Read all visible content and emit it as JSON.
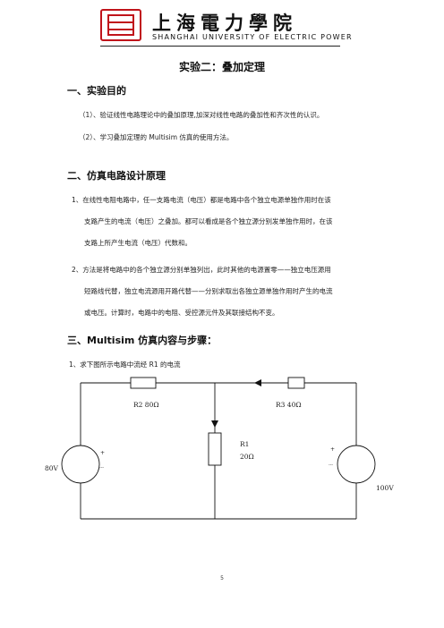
{
  "header": {
    "university_cn": "上海電力學院",
    "university_en": "SHANGHAI UNIVERSITY OF ELECTRIC POWER"
  },
  "title": "实验二：叠加定理",
  "sections": {
    "s1": {
      "heading": "一、实验目的",
      "items": [
        "（1）、验证线性电路理论中的叠加原理,加深对线性电路的叠加性和齐次性的认识。",
        "（2）、学习叠加定理的 Multisim 仿真的使用方法。"
      ]
    },
    "s2": {
      "heading": "二、仿真电路设计原理",
      "lines": [
        "1、在线性电阻电路中，任一支路电流（电压）都是电路中各个独立电源单独作用时在该",
        "支路产生的电流（电压）之叠加。都可以看成是各个独立源分别发单独作用时，在该",
        "支路上所产生电流（电压）代数和。",
        "2、方法是将电路中的各个独立源分别单独列出，此时其他的电源置零——独立电压源用",
        "短路线代替，独立电流源用开路代替——分别求取出各独立源单独作用时产生的电流",
        "或电压。计算时，电路中的电阻、受控源元件及其联接结构不变。"
      ]
    },
    "s3": {
      "heading": "三、Multisim 仿真内容与步骤：",
      "step1": "1、求下图所示电路中流经 R1 的电流"
    }
  },
  "circuit": {
    "r2_label": "R2 80Ω",
    "r3_label": "R3 40Ω",
    "r1_label": "R1",
    "r1_value": "20Ω",
    "v1_label": "80V",
    "v2_label": "100V",
    "plus": "+",
    "minus": "---"
  },
  "page_number": "5"
}
